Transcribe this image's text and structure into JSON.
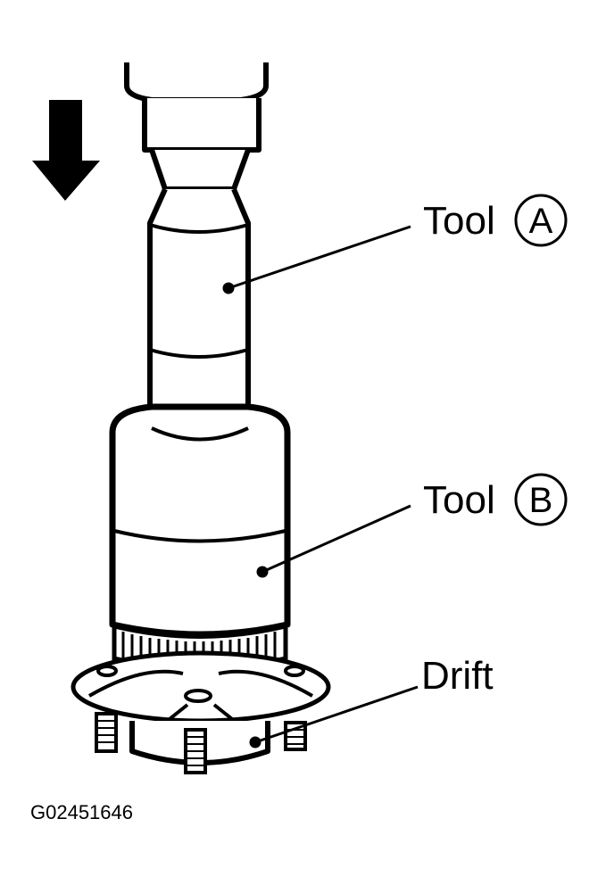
{
  "labels": {
    "tool_word_a": "Tool",
    "tool_letter_a": "A",
    "tool_word_b": "Tool",
    "tool_letter_b": "B",
    "drift": "Drift"
  },
  "figure_id": "G02451646",
  "icons": {
    "arrow": "down-arrow-icon"
  },
  "colors": {
    "ink": "#000000",
    "paper": "#ffffff"
  }
}
